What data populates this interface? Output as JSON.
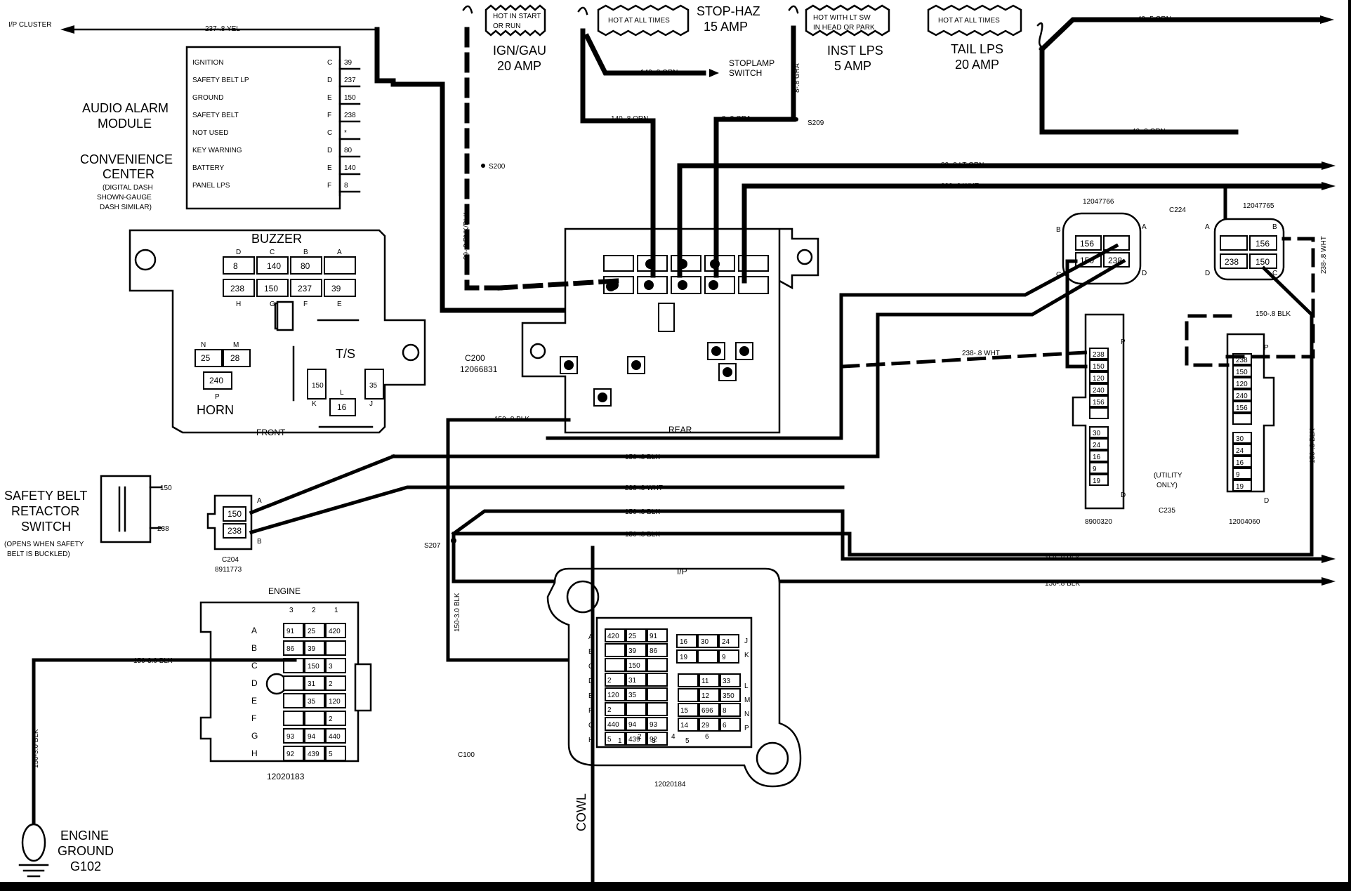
{
  "fuses": {
    "ign": {
      "title": "IGN/GAU",
      "amp": "20 AMP",
      "note": [
        "HOT IN START",
        "OR RUN"
      ]
    },
    "stop": {
      "title": "STOP-HAZ",
      "amp": "15 AMP",
      "note": [
        "HOT AT ALL TIMES"
      ]
    },
    "inst": {
      "title": "INST LPS",
      "amp": "5 AMP",
      "note": [
        "HOT WITH LT SW",
        "IN HEAD OR PARK"
      ]
    },
    "tail": {
      "title": "TAIL LPS",
      "amp": "20 AMP",
      "note": [
        "HOT AT ALL TIMES"
      ]
    }
  },
  "labels": {
    "ip_cluster": "I/P CLUSTER",
    "audio_alarm": [
      "AUDIO ALARM",
      "MODULE"
    ],
    "conv_center": [
      "CONVENIENCE",
      "CENTER"
    ],
    "conv_note": [
      "(DIGITAL DASH",
      "SHOWN-GAUGE",
      "DASH SIMILAR)"
    ],
    "buzzer": "BUZZER",
    "horn": "HORN",
    "ts": "T/S",
    "front": "FRONT",
    "rear": "REAR",
    "stoplamp": [
      "STOPLAMP",
      "SWITCH"
    ],
    "c200": "C200",
    "c200_num": "12066831",
    "s200": "S200",
    "s209": "S209",
    "s207": "S207",
    "safety_switch": [
      "SAFETY BELT",
      "RETACTOR",
      "SWITCH"
    ],
    "safety_note": [
      "(OPENS WHEN SAFETY",
      "BELT IS BUCKLED)"
    ],
    "c204": "C204",
    "c204_num": "8911773",
    "engine": "ENGINE",
    "engine_num": "12020183",
    "ip": "I/P",
    "ip_num": "12020184",
    "c100": "C100",
    "cowl": "COWL",
    "ground": [
      "ENGINE",
      "GROUND",
      "G102"
    ],
    "conn1_num": "12047766",
    "conn2_num": "12047765",
    "c224": "C224",
    "utility": [
      "(UTILITY",
      "ONLY)"
    ],
    "c235": "C235",
    "conn3_num": "8900320",
    "conn4_num": "12004060"
  },
  "module_table": [
    {
      "name": "IGNITION",
      "pin": "C",
      "wire": "39"
    },
    {
      "name": "SAFETY BELT LP",
      "pin": "D",
      "wire": "237"
    },
    {
      "name": "GROUND",
      "pin": "E",
      "wire": "150"
    },
    {
      "name": "SAFETY BELT",
      "pin": "F",
      "wire": "238"
    },
    {
      "name": "NOT USED",
      "pin": "C",
      "wire": "*"
    },
    {
      "name": "KEY WARNING",
      "pin": "D",
      "wire": "80"
    },
    {
      "name": "BATTERY",
      "pin": "E",
      "wire": "140"
    },
    {
      "name": "PANEL LPS",
      "pin": "F",
      "wire": "8"
    }
  ],
  "wires": {
    "w237": "237-.8 YEL",
    "w39": "39-.8 PNK/BLK",
    "w140a": "140-.8 ORN",
    "w140b": "140-.8 ORN",
    "w8": "8-.8 GRA",
    "w8v": "8-.8 GRA",
    "w40a": "40-.5 ORN",
    "w40b": "40-.8 ORN",
    "w80": "80-.8 LT GRN",
    "w238": "238-.8 WHT",
    "w238b": "238-.8 WHT",
    "w238c": "238-.8 WHT",
    "w238v": "238-.8 WHT",
    "w150a": "150-.8 BLK",
    "w150b": "150-.8 BLK",
    "w150c": "150-.8 BLK",
    "w150d": "150-.8 BLK",
    "w150e": "150-.8 BLK",
    "w150f": "150-.8 BLK",
    "w150g": "150-.8 BLK",
    "w150v": "150-.8 BLK",
    "w150_3a": "150-3.0 BLK",
    "w150_3b": "150-3.0 BLK",
    "w150_3c": "150-3.0 BLK"
  },
  "buzzer_block": {
    "top_letters": [
      "D",
      "C",
      "B",
      "A"
    ],
    "top": [
      "8",
      "140",
      "80",
      ""
    ],
    "bottom": [
      "238",
      "150",
      "237",
      "39"
    ],
    "bottom_letters": [
      "H",
      "G",
      "F",
      "E"
    ],
    "horn_letters": [
      "N",
      "M",
      "P"
    ],
    "horn": [
      "25",
      "28",
      "240"
    ],
    "ts_letters": [
      "L",
      "K",
      "J"
    ],
    "ts": [
      "150",
      "16",
      "35"
    ]
  },
  "safety_switch_pins": [
    "150",
    "238"
  ],
  "c204_pins": [
    "150",
    "238"
  ],
  "c204_letters": [
    "A",
    "B"
  ],
  "conn1": {
    "letters": [
      "B",
      "A",
      "C",
      "D"
    ],
    "pins": [
      "156",
      "",
      "150",
      "238"
    ]
  },
  "conn2": {
    "letters": [
      "A",
      "B",
      "D",
      "C"
    ],
    "pins": [
      "",
      "156",
      "238",
      "150"
    ]
  },
  "conn3": {
    "top": "P",
    "bottom": "D",
    "pins": [
      "238",
      "150",
      "120",
      "240",
      "156",
      "",
      "30",
      "24",
      "16",
      "9",
      "19"
    ]
  },
  "conn4": {
    "top": "P",
    "bottom": "D",
    "pins": [
      "238",
      "150",
      "120",
      "240",
      "156",
      "",
      "30",
      "24",
      "16",
      "9",
      "19"
    ]
  },
  "engine_conn": {
    "cols": [
      "3",
      "2",
      "1"
    ],
    "rows": [
      "A",
      "B",
      "C",
      "D",
      "E",
      "F",
      "G",
      "H"
    ],
    "cells": [
      [
        "91",
        "25",
        "420"
      ],
      [
        "86",
        "39",
        ""
      ],
      [
        "",
        "150",
        "3"
      ],
      [
        "",
        "31",
        "2"
      ],
      [
        "",
        "35",
        "120"
      ],
      [
        "",
        "",
        "2"
      ],
      [
        "93",
        "94",
        "440"
      ],
      [
        "92",
        "439",
        "5"
      ]
    ]
  },
  "ip_conn": {
    "rows_left": [
      "A",
      "B",
      "C",
      "D",
      "E",
      "F",
      "G",
      "H"
    ],
    "rows_right": [
      "J",
      "K",
      "L",
      "M",
      "N",
      "P"
    ],
    "cols": [
      "1",
      "2",
      "3",
      "4",
      "5",
      "6"
    ],
    "left_cells": [
      [
        "420",
        "25",
        "91"
      ],
      [
        "",
        "39",
        "86"
      ],
      [
        "",
        "150",
        ""
      ],
      [
        "2",
        "31",
        ""
      ],
      [
        "120",
        "35",
        ""
      ],
      [
        "2",
        "",
        ""
      ],
      [
        "440",
        "94",
        "93"
      ],
      [
        "5",
        "439",
        "92"
      ]
    ],
    "right_top": [
      [
        "16",
        "30",
        "24"
      ],
      [
        "19",
        "",
        "9"
      ]
    ],
    "right_bottom": [
      [
        "",
        "11",
        "33"
      ],
      [
        "",
        "12",
        "350"
      ],
      [
        "15",
        "696",
        "8"
      ],
      [
        "14",
        "29",
        "6"
      ]
    ]
  }
}
